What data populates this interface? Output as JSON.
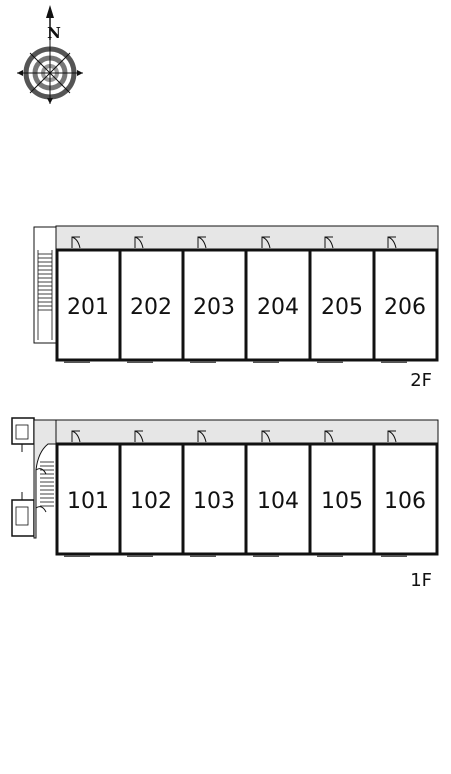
{
  "compass": {
    "north_label": "N",
    "icon": "compass-rose-icon"
  },
  "floors": [
    {
      "id": "2F",
      "label": "2F",
      "units": [
        "201",
        "202",
        "203",
        "204",
        "205",
        "206"
      ]
    },
    {
      "id": "1F",
      "label": "1F",
      "units": [
        "101",
        "102",
        "103",
        "104",
        "105",
        "106"
      ]
    }
  ],
  "colors": {
    "wall": "#111111",
    "corridor": "#e6e6e6",
    "background": "#ffffff"
  }
}
